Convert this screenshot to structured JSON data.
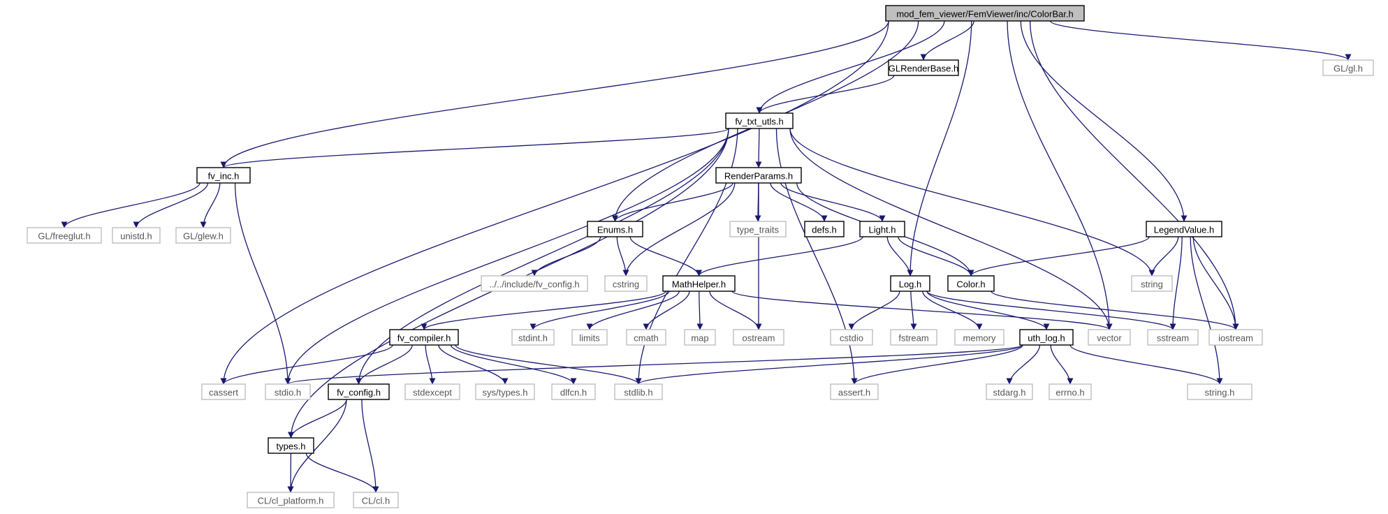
{
  "colors": {
    "edge": "#191970",
    "internal_border": "#000000",
    "external_border": "#bfbfbf",
    "root_fill": "#bfbfbf",
    "text_internal": "#000000",
    "text_external": "#555555"
  },
  "nodes": [
    {
      "id": "colorbar",
      "label": "mod_fem_viewer/FemViewer/inc/ColorBar.h",
      "kind": "root"
    },
    {
      "id": "glrenderbase",
      "label": "GLRenderBase.h",
      "kind": "internal"
    },
    {
      "id": "glgl",
      "label": "GL/gl.h",
      "kind": "external"
    },
    {
      "id": "fvtxt",
      "label": "fv_txt_utls.h",
      "kind": "internal"
    },
    {
      "id": "fvinc",
      "label": "fv_inc.h",
      "kind": "internal"
    },
    {
      "id": "renderparams",
      "label": "RenderParams.h",
      "kind": "internal"
    },
    {
      "id": "legendvalue",
      "label": "LegendValue.h",
      "kind": "internal"
    },
    {
      "id": "freeglut",
      "label": "GL/freeglut.h",
      "kind": "external"
    },
    {
      "id": "unistd",
      "label": "unistd.h",
      "kind": "external"
    },
    {
      "id": "glew",
      "label": "GL/glew.h",
      "kind": "external"
    },
    {
      "id": "enums",
      "label": "Enums.h",
      "kind": "internal"
    },
    {
      "id": "typetraits",
      "label": "type_traits",
      "kind": "external"
    },
    {
      "id": "defs",
      "label": "defs.h",
      "kind": "internal"
    },
    {
      "id": "light",
      "label": "Light.h",
      "kind": "internal"
    },
    {
      "id": "includefvconfig",
      "label": "../../include/fv_config.h",
      "kind": "external"
    },
    {
      "id": "cstring",
      "label": "cstring",
      "kind": "external"
    },
    {
      "id": "mathhelper",
      "label": "MathHelper.h",
      "kind": "internal"
    },
    {
      "id": "log",
      "label": "Log.h",
      "kind": "internal"
    },
    {
      "id": "color",
      "label": "Color.h",
      "kind": "internal"
    },
    {
      "id": "string",
      "label": "string",
      "kind": "external"
    },
    {
      "id": "fvcompiler",
      "label": "fv_compiler.h",
      "kind": "internal"
    },
    {
      "id": "stdint",
      "label": "stdint.h",
      "kind": "external"
    },
    {
      "id": "limits",
      "label": "limits",
      "kind": "external"
    },
    {
      "id": "cmath",
      "label": "cmath",
      "kind": "external"
    },
    {
      "id": "map",
      "label": "map",
      "kind": "external"
    },
    {
      "id": "ostream",
      "label": "ostream",
      "kind": "external"
    },
    {
      "id": "cstdio",
      "label": "cstdio",
      "kind": "external"
    },
    {
      "id": "fstream",
      "label": "fstream",
      "kind": "external"
    },
    {
      "id": "memory",
      "label": "memory",
      "kind": "external"
    },
    {
      "id": "uthlog",
      "label": "uth_log.h",
      "kind": "internal"
    },
    {
      "id": "vector",
      "label": "vector",
      "kind": "external"
    },
    {
      "id": "sstream",
      "label": "sstream",
      "kind": "external"
    },
    {
      "id": "iostream",
      "label": "iostream",
      "kind": "external"
    },
    {
      "id": "cassert",
      "label": "cassert",
      "kind": "external"
    },
    {
      "id": "stdio",
      "label": "stdio.h",
      "kind": "external"
    },
    {
      "id": "fvconfig",
      "label": "fv_config.h",
      "kind": "internal"
    },
    {
      "id": "stdexcept",
      "label": "stdexcept",
      "kind": "external"
    },
    {
      "id": "systypes",
      "label": "sys/types.h",
      "kind": "external"
    },
    {
      "id": "dlfcn",
      "label": "dlfcn.h",
      "kind": "external"
    },
    {
      "id": "stdlib",
      "label": "stdlib.h",
      "kind": "external"
    },
    {
      "id": "assert",
      "label": "assert.h",
      "kind": "external"
    },
    {
      "id": "stdarg",
      "label": "stdarg.h",
      "kind": "external"
    },
    {
      "id": "errno",
      "label": "errno.h",
      "kind": "external"
    },
    {
      "id": "stringh",
      "label": "string.h",
      "kind": "external"
    },
    {
      "id": "types",
      "label": "types.h",
      "kind": "internal"
    },
    {
      "id": "clplatform",
      "label": "CL/cl_platform.h",
      "kind": "external"
    },
    {
      "id": "cl",
      "label": "CL/cl.h",
      "kind": "external"
    }
  ],
  "edges": [
    [
      "colorbar",
      "glrenderbase"
    ],
    [
      "colorbar",
      "glgl"
    ],
    [
      "colorbar",
      "fvtxt"
    ],
    [
      "colorbar",
      "fvinc"
    ],
    [
      "colorbar",
      "enums"
    ],
    [
      "colorbar",
      "legendvalue"
    ],
    [
      "colorbar",
      "log"
    ],
    [
      "colorbar",
      "vector"
    ],
    [
      "colorbar",
      "iostream"
    ],
    [
      "colorbar",
      "cassert"
    ],
    [
      "glrenderbase",
      "fvtxt"
    ],
    [
      "fvtxt",
      "fvinc"
    ],
    [
      "fvtxt",
      "renderparams"
    ],
    [
      "fvtxt",
      "types"
    ],
    [
      "fvtxt",
      "stdio"
    ],
    [
      "fvtxt",
      "fvconfig"
    ],
    [
      "fvtxt",
      "stdlib"
    ],
    [
      "fvtxt",
      "assert"
    ],
    [
      "fvtxt",
      "vector"
    ],
    [
      "fvtxt",
      "string"
    ],
    [
      "fvinc",
      "freeglut"
    ],
    [
      "fvinc",
      "unistd"
    ],
    [
      "fvinc",
      "glew"
    ],
    [
      "fvinc",
      "stdio"
    ],
    [
      "renderparams",
      "enums"
    ],
    [
      "renderparams",
      "cstring"
    ],
    [
      "renderparams",
      "ostream"
    ],
    [
      "renderparams",
      "typetraits"
    ],
    [
      "renderparams",
      "defs"
    ],
    [
      "renderparams",
      "light"
    ],
    [
      "renderparams",
      "color"
    ],
    [
      "enums",
      "includefvconfig"
    ],
    [
      "enums",
      "cstring"
    ],
    [
      "enums",
      "mathhelper"
    ],
    [
      "light",
      "mathhelper"
    ],
    [
      "light",
      "log"
    ],
    [
      "light",
      "color"
    ],
    [
      "legendvalue",
      "color"
    ],
    [
      "legendvalue",
      "string"
    ],
    [
      "legendvalue",
      "sstream"
    ],
    [
      "legendvalue",
      "iostream"
    ],
    [
      "legendvalue",
      "stringh"
    ],
    [
      "color",
      "iostream"
    ],
    [
      "mathhelper",
      "fvcompiler"
    ],
    [
      "mathhelper",
      "stdint"
    ],
    [
      "mathhelper",
      "limits"
    ],
    [
      "mathhelper",
      "cmath"
    ],
    [
      "mathhelper",
      "map"
    ],
    [
      "mathhelper",
      "ostream"
    ],
    [
      "mathhelper",
      "vector"
    ],
    [
      "log",
      "cstdio"
    ],
    [
      "log",
      "fstream"
    ],
    [
      "log",
      "memory"
    ],
    [
      "log",
      "uthlog"
    ],
    [
      "log",
      "sstream"
    ],
    [
      "fvcompiler",
      "cassert"
    ],
    [
      "fvcompiler",
      "fvconfig"
    ],
    [
      "fvcompiler",
      "stdexcept"
    ],
    [
      "fvcompiler",
      "systypes"
    ],
    [
      "fvcompiler",
      "dlfcn"
    ],
    [
      "fvcompiler",
      "stdlib"
    ],
    [
      "uthlog",
      "stdio"
    ],
    [
      "uthlog",
      "stdlib"
    ],
    [
      "uthlog",
      "assert"
    ],
    [
      "uthlog",
      "stdarg"
    ],
    [
      "uthlog",
      "errno"
    ],
    [
      "uthlog",
      "stringh"
    ],
    [
      "fvconfig",
      "types"
    ],
    [
      "fvconfig",
      "clplatform"
    ],
    [
      "fvconfig",
      "cl"
    ],
    [
      "types",
      "clplatform"
    ],
    [
      "types",
      "cl"
    ]
  ]
}
